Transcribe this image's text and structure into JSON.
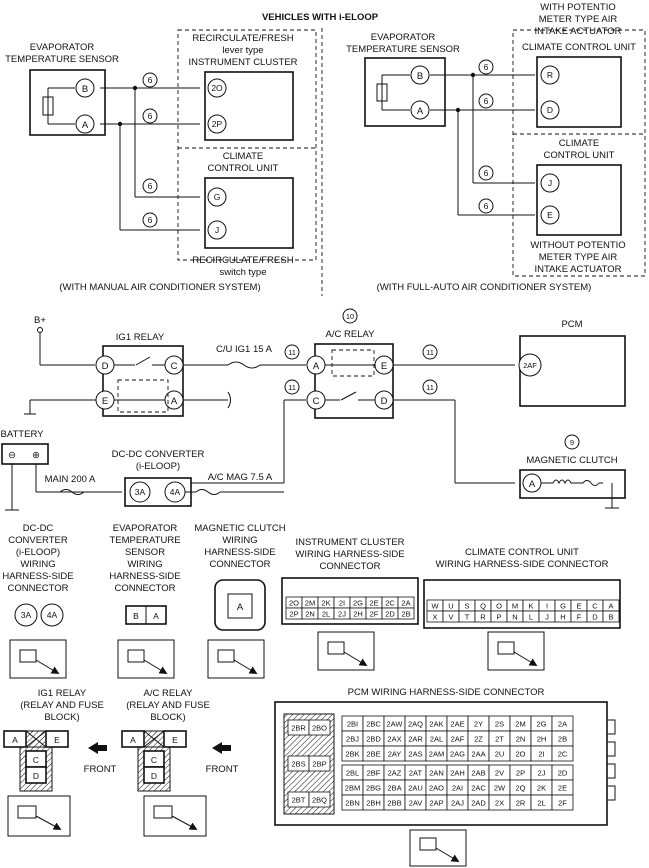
{
  "top": {
    "title": "VEHICLES WITH i-ELOOP",
    "left": {
      "sensor_label_1": "EVAPORATOR",
      "sensor_label_2": "TEMPERATURE SENSOR",
      "pin_b": "B",
      "pin_a": "A",
      "circuit": "6",
      "lever_l1": "RECIRCULATE/FRESH",
      "lever_l2": "lever type",
      "lever_l3": "INSTRUMENT CLUSTER",
      "pin_2o": "2O",
      "pin_2p": "2P",
      "ccu_l1": "CLIMATE",
      "ccu_l2": "CONTROL UNIT",
      "pin_g": "G",
      "pin_j": "J",
      "switch_l1": "RECIRCULATE/FRESH",
      "switch_l2": "switch type",
      "footer": "(WITH MANUAL AIR CONDITIONER SYSTEM)"
    },
    "right": {
      "sensor_label_1": "EVAPORATOR",
      "sensor_label_2": "TEMPERATURE SENSOR",
      "pin_b": "B",
      "pin_a": "A",
      "with_l1": "WITH POTENTIO",
      "with_l2": "METER TYPE AIR",
      "with_l3": "INTAKE ACTUATOR",
      "ccu_head": "CLIMATE CONTROL UNIT",
      "pin_r": "R",
      "pin_d": "D",
      "ccu2_l1": "CLIMATE",
      "ccu2_l2": "CONTROL UNIT",
      "pin_j": "J",
      "pin_e": "E",
      "without_l1": "WITHOUT POTENTIO",
      "without_l2": "METER TYPE AIR",
      "without_l3": "INTAKE ACTUATOR",
      "footer": "(WITH FULL-AUTO AIR CONDITIONER SYSTEM)"
    }
  },
  "middle": {
    "bplus": "B+",
    "ig1_relay": "IG1 RELAY",
    "pin_d": "D",
    "pin_c": "C",
    "pin_e": "E",
    "pin_a": "A",
    "fuse_cu": "C/U IG1 15 A",
    "circuit_10": "10",
    "ac_relay": "A/C RELAY",
    "circuit_11": "11",
    "pcm": "PCM",
    "pcm_pin": "2AF",
    "battery": "BATTERY",
    "battery_minus": "⊖",
    "battery_plus": "⊕",
    "dcdc_l1": "DC-DC CONVERTER",
    "dcdc_l2": "(i-ELOOP)",
    "pin_3a": "3A",
    "pin_4a": "4A",
    "main_fuse": "MAIN 200 A",
    "mag_fuse": "A/C MAG 7.5 A",
    "circuit_9": "9",
    "magnetic_clutch": "MAGNETIC CLUTCH"
  },
  "connectors": {
    "dcdc": [
      "DC-DC",
      "CONVERTER",
      "(i-ELOOP)",
      "WIRING",
      "HARNESS-SIDE",
      "CONNECTOR"
    ],
    "evap": [
      "EVAPORATOR",
      "TEMPERATURE",
      "SENSOR",
      "WIRING",
      "HARNESS-SIDE",
      "CONNECTOR"
    ],
    "mag": [
      "MAGNETIC CLUTCH",
      "WIRING",
      "HARNESS-SIDE",
      "CONNECTOR"
    ],
    "cluster": [
      "INSTRUMENT CLUSTER",
      "WIRING HARNESS-SIDE",
      "CONNECTOR"
    ],
    "ccu": [
      "CLIMATE CONTROL UNIT",
      "WIRING HARNESS-SIDE CONNECTOR"
    ],
    "dcdc_pins": [
      "3A",
      "4A"
    ],
    "evap_pins": [
      "B",
      "A"
    ],
    "mag_pin": "A",
    "cluster_row1": [
      "2O",
      "2M",
      "2K",
      "2I",
      "2G",
      "2E",
      "2C",
      "2A"
    ],
    "cluster_row2": [
      "2P",
      "2N",
      "2L",
      "2J",
      "2H",
      "2F",
      "2D",
      "2B"
    ],
    "ccu_row1": [
      "W",
      "U",
      "S",
      "Q",
      "O",
      "M",
      "K",
      "I",
      "G",
      "E",
      "C",
      "A"
    ],
    "ccu_row2": [
      "X",
      "V",
      "T",
      "R",
      "P",
      "N",
      "L",
      "J",
      "H",
      "F",
      "D",
      "B"
    ]
  },
  "relays": {
    "ig1_l1": "IG1 RELAY",
    "ig1_l2": "(RELAY AND FUSE",
    "ig1_l3": "BLOCK)",
    "ac_l1": "A/C RELAY",
    "ac_l2": "(RELAY AND FUSE",
    "ac_l3": "BLOCK)",
    "pins": [
      "A",
      "E",
      "C",
      "D"
    ],
    "front": "FRONT"
  },
  "pcm_conn": {
    "title": "PCM WIRING HARNESS-SIDE CONNECTOR",
    "left_pins": [
      "2BR",
      "2BO",
      "2BS",
      "2BP",
      "2BT",
      "2BQ"
    ],
    "rows": [
      [
        "2BI",
        "2BC",
        "2AW",
        "2AQ",
        "2AK",
        "2AE",
        "2Y",
        "2S",
        "2M",
        "2G",
        "2A"
      ],
      [
        "2BJ",
        "2BD",
        "2AX",
        "2AR",
        "2AL",
        "2AF",
        "2Z",
        "2T",
        "2N",
        "2H",
        "2B"
      ],
      [
        "2BK",
        "2BE",
        "2AY",
        "2AS",
        "2AM",
        "2AG",
        "2AA",
        "2U",
        "2O",
        "2I",
        "2C"
      ],
      [
        "2BL",
        "2BF",
        "2AZ",
        "2AT",
        "2AN",
        "2AH",
        "2AB",
        "2V",
        "2P",
        "2J",
        "2D"
      ],
      [
        "2BM",
        "2BG",
        "2BA",
        "2AU",
        "2AO",
        "2AI",
        "2AC",
        "2W",
        "2Q",
        "2K",
        "2E"
      ],
      [
        "2BN",
        "2BH",
        "2BB",
        "2AV",
        "2AP",
        "2AJ",
        "2AD",
        "2X",
        "2R",
        "2L",
        "2F"
      ]
    ]
  }
}
